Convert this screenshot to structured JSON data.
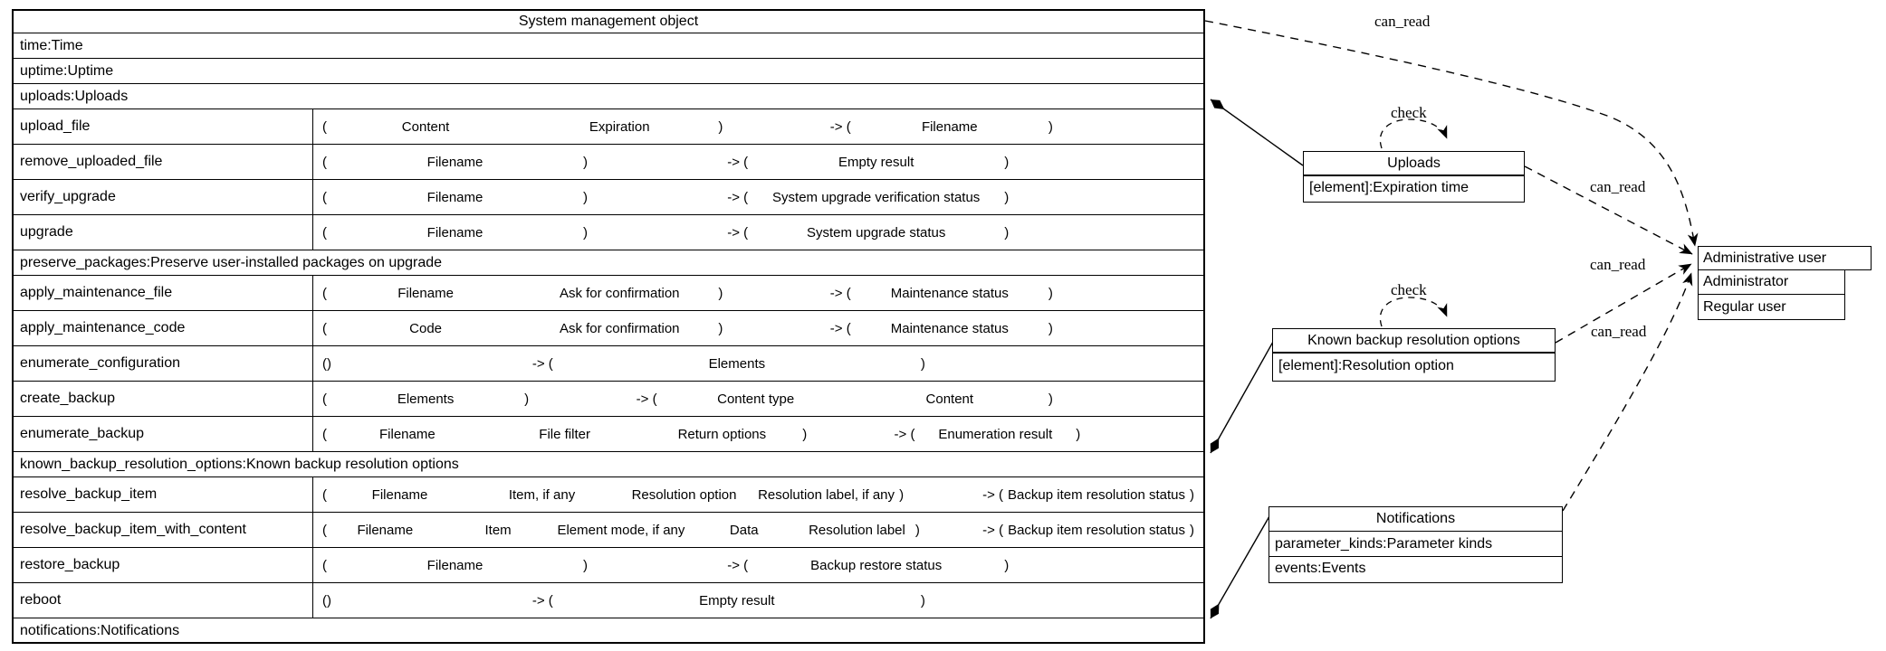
{
  "diagram": {
    "main_table": {
      "title": "System management object",
      "rows": [
        {
          "kind": "attr",
          "text": "time:Time"
        },
        {
          "kind": "attr",
          "text": "uptime:Uptime"
        },
        {
          "kind": "attr",
          "text": "uploads:Uploads"
        },
        {
          "kind": "method",
          "name": "upload_file",
          "inputs": [
            "Content",
            "Expiration"
          ],
          "outputs": [
            "Filename"
          ]
        },
        {
          "kind": "method",
          "name": "remove_uploaded_file",
          "inputs": [
            "Filename"
          ],
          "outputs": [
            "Empty result"
          ]
        },
        {
          "kind": "method",
          "name": "verify_upgrade",
          "inputs": [
            "Filename"
          ],
          "outputs": [
            "System upgrade verification status"
          ]
        },
        {
          "kind": "method",
          "name": "upgrade",
          "inputs": [
            "Filename"
          ],
          "outputs": [
            "System upgrade status"
          ]
        },
        {
          "kind": "attr",
          "text": "preserve_packages:Preserve user-installed packages on upgrade"
        },
        {
          "kind": "method",
          "name": "apply_maintenance_file",
          "inputs": [
            "Filename",
            "Ask for confirmation"
          ],
          "outputs": [
            "Maintenance status"
          ]
        },
        {
          "kind": "method",
          "name": "apply_maintenance_code",
          "inputs": [
            "Code",
            "Ask for confirmation"
          ],
          "outputs": [
            "Maintenance status"
          ]
        },
        {
          "kind": "method",
          "name": "enumerate_configuration",
          "inputs": [],
          "outputs": [
            "Elements"
          ]
        },
        {
          "kind": "method",
          "name": "create_backup",
          "inputs": [
            "Elements"
          ],
          "outputs": [
            "Content type",
            "Content"
          ]
        },
        {
          "kind": "method",
          "name": "enumerate_backup",
          "inputs": [
            "Filename",
            "File filter",
            "Return options"
          ],
          "outputs": [
            "Enumeration result"
          ]
        },
        {
          "kind": "attr",
          "text": "known_backup_resolution_options:Known backup resolution options"
        },
        {
          "kind": "method",
          "name": "resolve_backup_item",
          "inputs": [
            "Filename",
            "Item, if any",
            "Resolution option",
            "Resolution label, if any"
          ],
          "outputs": [
            "Backup item resolution status"
          ]
        },
        {
          "kind": "method",
          "name": "resolve_backup_item_with_content",
          "inputs": [
            "Filename",
            "Item",
            "Element mode, if any",
            "Data",
            "Resolution label"
          ],
          "outputs": [
            "Backup item resolution status"
          ]
        },
        {
          "kind": "method",
          "name": "restore_backup",
          "inputs": [
            "Filename"
          ],
          "outputs": [
            "Backup restore status"
          ]
        },
        {
          "kind": "method",
          "name": "reboot",
          "inputs": [],
          "outputs": [
            "Empty result"
          ]
        },
        {
          "kind": "attr",
          "text": "notifications:Notifications"
        }
      ]
    },
    "uploads_box": {
      "title": "Uploads",
      "attributes": [
        "[element]:Expiration time"
      ]
    },
    "known_backup_box": {
      "title": "Known backup resolution options",
      "attributes": [
        "[element]:Resolution option"
      ]
    },
    "notifications_box": {
      "title": "Notifications",
      "attributes": [
        "parameter_kinds:Parameter kinds",
        "events:Events"
      ]
    },
    "admin_box": {
      "title": "Administrative user",
      "values": [
        "Administrator",
        "Regular user"
      ]
    },
    "edge_labels": {
      "can_read_table": "can_read",
      "check_uploads": "check",
      "can_read_uploads": "can_read",
      "check_known_backup": "check",
      "can_read_known_backup": "can_read",
      "can_read_notifications": "can_read"
    },
    "punctuation": {
      "open": "(",
      "close": ")",
      "arrow": "-> (",
      "empty": "()"
    },
    "colors": {
      "line": "#000000",
      "background": "#ffffff",
      "text": "#000000"
    }
  }
}
